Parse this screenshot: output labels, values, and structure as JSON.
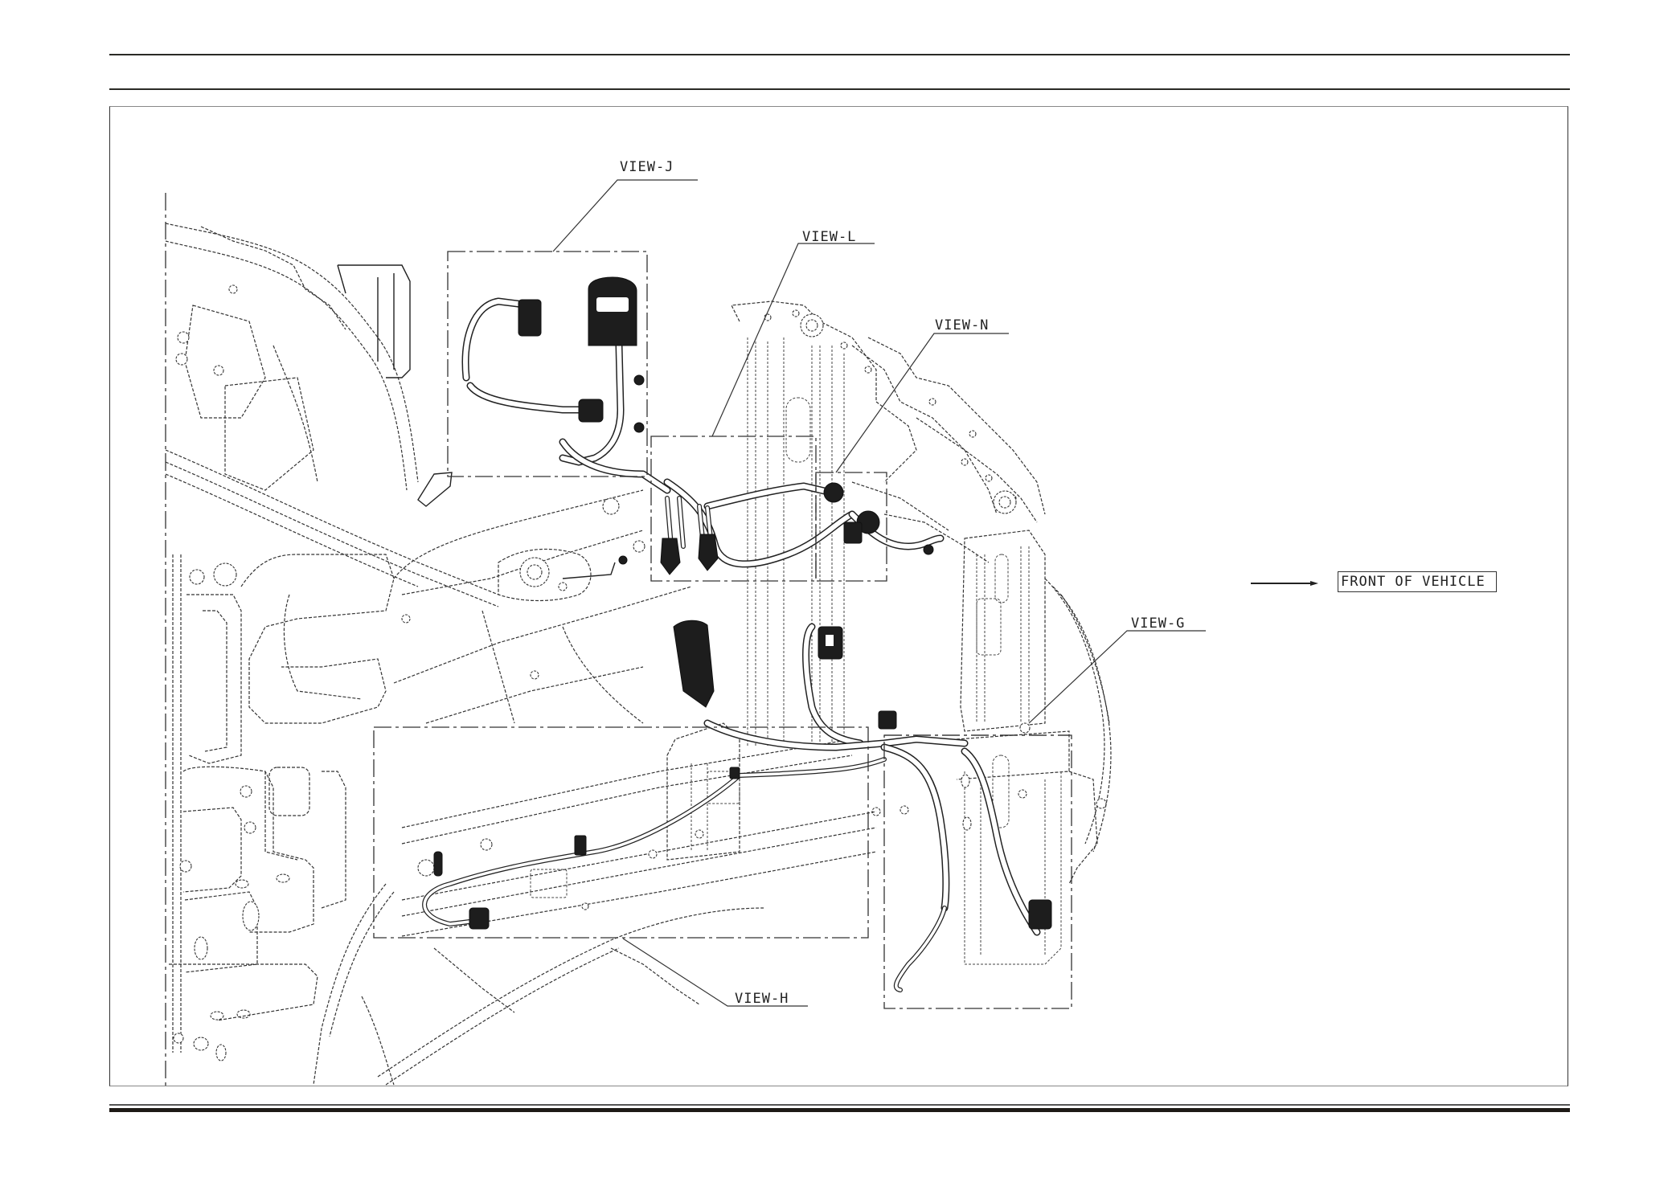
{
  "document": {
    "type": "wiring harness routing diagram"
  },
  "callouts": {
    "view_j": "VIEW-J",
    "view_l": "VIEW-L",
    "view_n": "VIEW-N",
    "view_g": "VIEW-G",
    "view_h": "VIEW-H"
  },
  "orientation": {
    "label": "FRONT OF VEHICLE",
    "arrow_icon": "right-arrow-icon"
  },
  "colors": {
    "ink": "#222222",
    "paper": "#ffffff",
    "rule": "#2b2b26"
  }
}
